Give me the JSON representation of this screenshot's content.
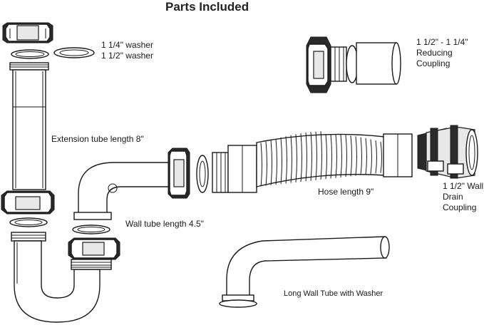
{
  "title": "Parts Included",
  "labels": {
    "washer_1_1_4": "1 1/4\" washer",
    "washer_1_1_2": "1 1/2\" washer",
    "reducing_1": "1 1/2\" - 1 1/4\"",
    "reducing_2": "Reducing",
    "reducing_3": "Coupling",
    "extension": "Extension tube length 8\"",
    "hose": "Hose length 9\"",
    "wall_drain_1": "1 1/2\" Wall",
    "wall_drain_2": "Drain",
    "wall_drain_3": "Coupling",
    "wall_tube": "Wall tube length 4.5\"",
    "long_wall": "Long Wall Tube with Washer"
  }
}
